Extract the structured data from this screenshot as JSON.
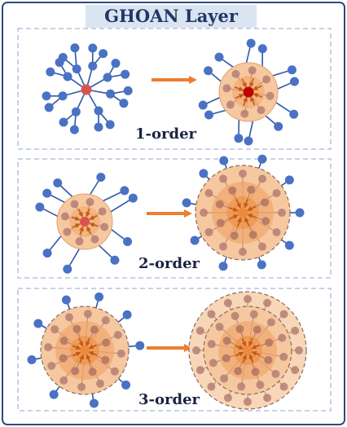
{
  "title": "GHOAN Layer",
  "panels": [
    {
      "label": "1-order"
    },
    {
      "label": "2-order"
    },
    {
      "label": "3-order"
    }
  ],
  "colors": {
    "frame_border": "#2f4a7d",
    "dashed_border": "#a9b8d6",
    "title_bg": "#dbe4f1",
    "title_text": "#203864",
    "node_blue": "#4a72c4",
    "node_edge": "#2f57a8",
    "center_red": "#d9534f",
    "center_dark_red": "#c00000",
    "arrow_orange": "#ed7d31",
    "circle_light": "#f6c89f",
    "circle_mid": "#f0a469",
    "circle_dark": "#ed8a3f",
    "absorbed_node": "#b57f75"
  }
}
